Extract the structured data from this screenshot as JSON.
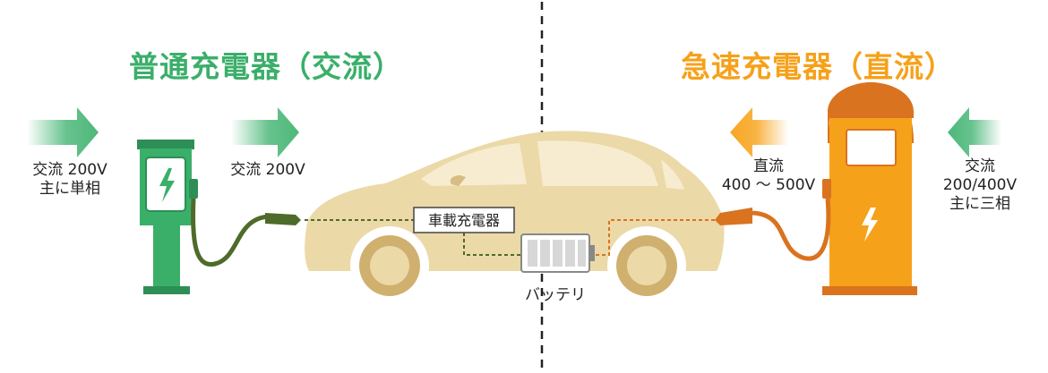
{
  "left": {
    "title": "普通充電器（交流）",
    "input_label": "交流 200V\n主に単相",
    "output_label": "交流 200V",
    "color": "#3aaf6a",
    "arrow_color": "#4db87a"
  },
  "right": {
    "title": "急速充電器（直流）",
    "input_label": "交流\n200/400V\n主に三相",
    "output_label": "直流\n400 ～ 500V",
    "color": "#f6a11a",
    "arrow_color": "#f7a623",
    "station_top_color": "#d9731f"
  },
  "car": {
    "onboard_charger_label": "車載充電器",
    "battery_label": "バッテリ",
    "body_color": "#ecd9a8"
  }
}
